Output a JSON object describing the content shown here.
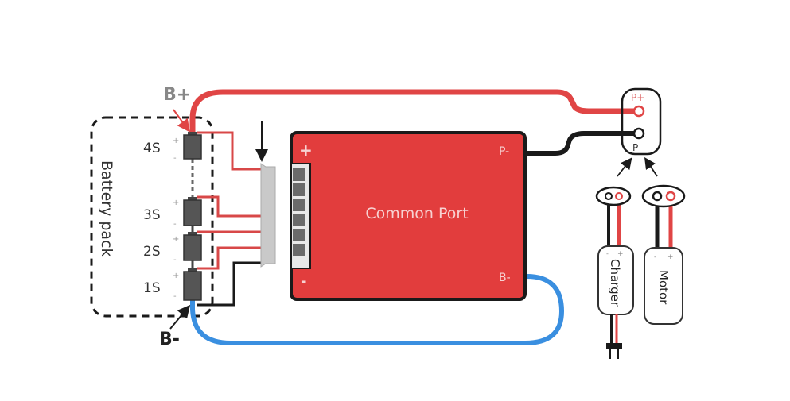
{
  "diagram": {
    "type": "BMS wiring diagram (common port)",
    "colors": {
      "positive_wire": "#e04545",
      "negative_wire": "#1a1a1a",
      "b_minus_wire": "#3a8fe0",
      "board_fill": "#e23d3d",
      "cell_fill": "#555555",
      "balance_lead": "#d84848",
      "connector_fill": "#c9c9c9"
    },
    "battery_pack": {
      "label": "Battery pack",
      "b_plus_label": "B+",
      "b_minus_label": "B-",
      "cells": [
        {
          "name": "4S",
          "plus": "+",
          "minus": "-"
        },
        {
          "name": "3S",
          "plus": "+",
          "minus": "-"
        },
        {
          "name": "2S",
          "plus": "+",
          "minus": "-"
        },
        {
          "name": "1S",
          "plus": "+",
          "minus": "-"
        }
      ]
    },
    "bms_board": {
      "title": "Common Port",
      "plus_label": "+",
      "minus_label": "-",
      "p_minus_label": "P-",
      "b_minus_label": "B-"
    },
    "output_port": {
      "p_plus_label": "P+",
      "p_minus_label": "P-"
    },
    "devices": [
      {
        "name": "Charger",
        "minus": "-",
        "plus": "+"
      },
      {
        "name": "Motor",
        "minus": "-",
        "plus": "+"
      }
    ]
  }
}
